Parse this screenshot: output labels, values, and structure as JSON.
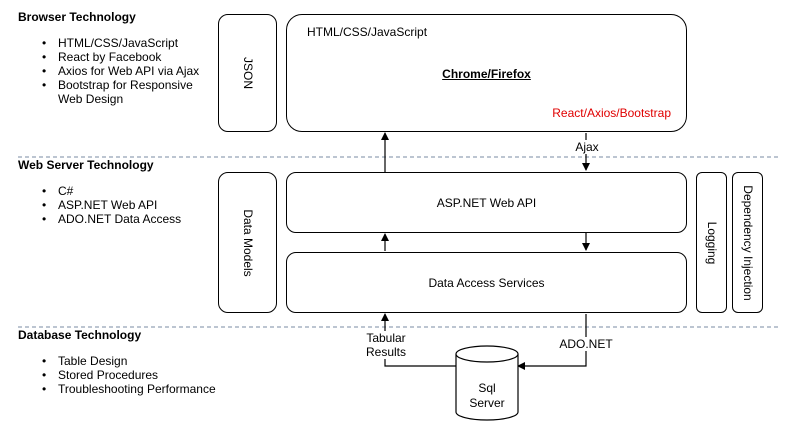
{
  "sections": {
    "browser": {
      "title": "Browser Technology",
      "items": [
        "HTML/CSS/JavaScript",
        "React by Facebook",
        "Axios for Web API via Ajax",
        "Bootstrap for Responsive",
        "Web Design"
      ]
    },
    "web_server": {
      "title": "Web Server Technology",
      "items": [
        "C#",
        "ASP.NET Web API",
        "ADO.NET Data Access"
      ]
    },
    "database": {
      "title": "Database Technology",
      "items": [
        "Table Design",
        "Stored Procedures",
        "Troubleshooting Performance"
      ]
    }
  },
  "boxes": {
    "json": "JSON",
    "chrome_top_text": "HTML/CSS/JavaScript",
    "chrome_title": "Chrome/Firefox",
    "chrome_libs": "React/Axios/Bootstrap",
    "data_models": "Data Models",
    "web_api": "ASP.NET Web API",
    "data_access": "Data Access Services",
    "logging": "Logging",
    "di": "Dependency Injection",
    "sql_line1": "Sql",
    "sql_line2": "Server"
  },
  "labels": {
    "ajax": "Ajax",
    "tabular_line1": "Tabular",
    "tabular_line2": "Results",
    "ado": "ADO.NET"
  },
  "colors": {
    "accent_red": "#e00000",
    "divider": "#7a8ba3"
  }
}
